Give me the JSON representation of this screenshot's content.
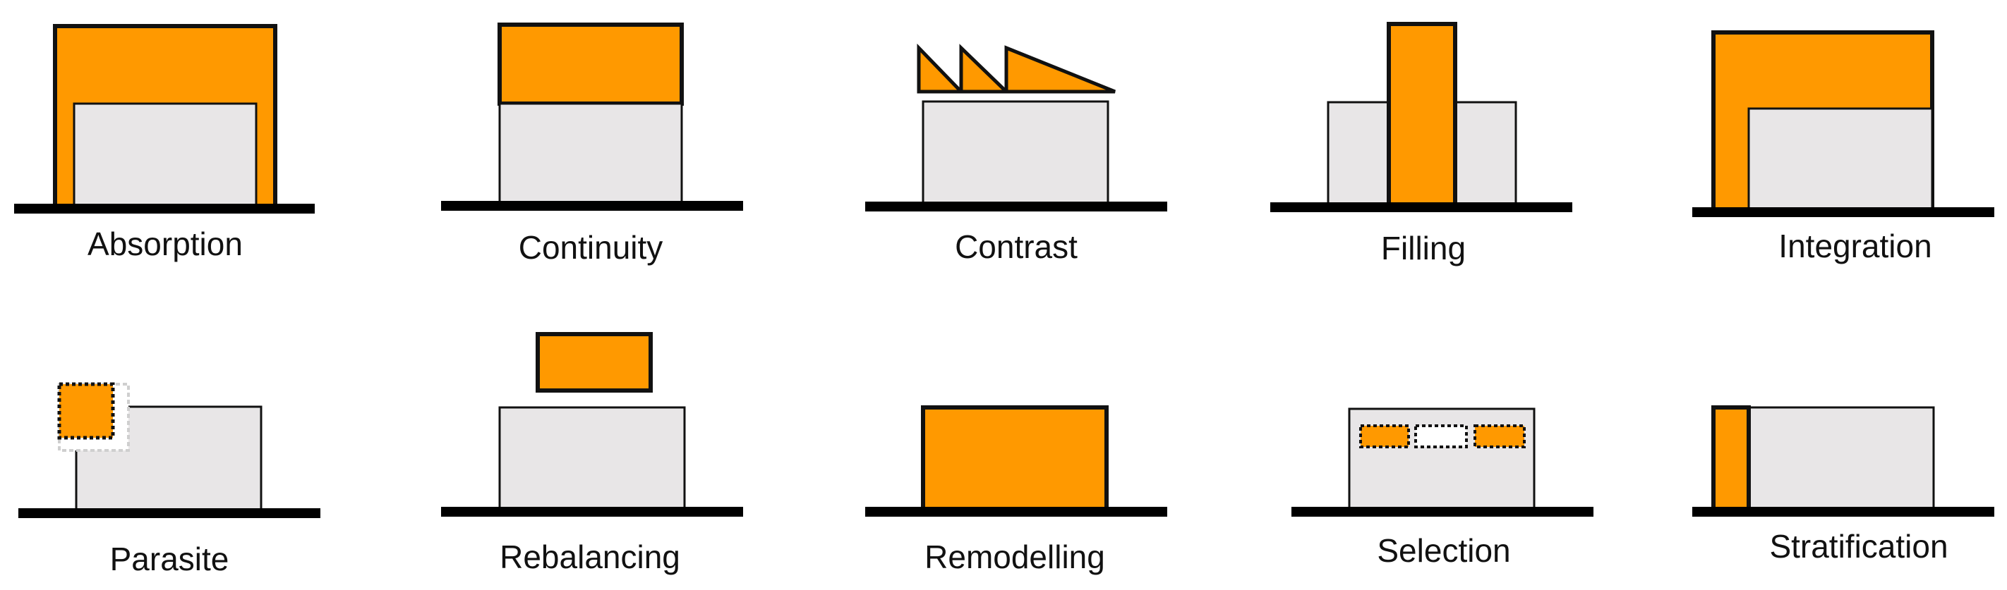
{
  "colors": {
    "accent": "#FF9900",
    "existing": "#E8E6E7",
    "ground": "#000000",
    "outline": "#111111"
  },
  "labels": {
    "absorption": "Absorption",
    "continuity": "Continuity",
    "contrast": "Contrast",
    "filling": "Filling",
    "integration": "Integration",
    "parasite": "Parasite",
    "rebalancing": "Rebalancing",
    "remodelling": "Remodelling",
    "selection": "Selection",
    "stratification": "Stratification"
  }
}
